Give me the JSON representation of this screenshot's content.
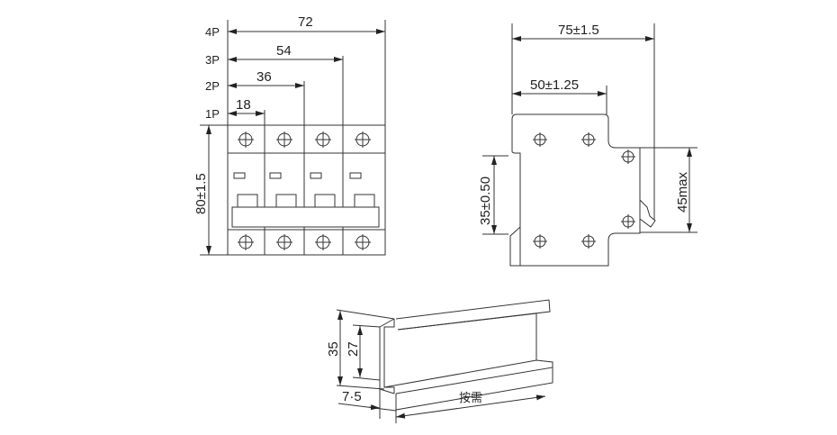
{
  "front_view": {
    "pole_labels": [
      "1P",
      "2P",
      "3P",
      "4P"
    ],
    "widths": [
      "18",
      "36",
      "54",
      "72"
    ],
    "height": "80±1.5"
  },
  "side_view": {
    "depth": "75±1.5",
    "front_depth": "50±1.25",
    "rail_height": "35±0.50",
    "front_height": "45max"
  },
  "din_rail": {
    "height": "35",
    "inner_height": "27",
    "flange": "7·5",
    "length": "按需"
  }
}
